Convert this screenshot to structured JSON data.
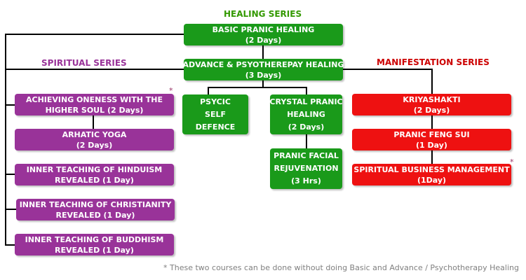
{
  "headers": {
    "healing": "HEALING SERIES",
    "spiritual": "SPIRITUAL SERIES",
    "manifestation": "MANIFESTATION SERIES"
  },
  "healing_series": {
    "basic": {
      "line1": "BASIC PRANIC HEALING",
      "line2": "(2 Days)"
    },
    "advance": {
      "line1": "ADVANCE & PSYOTHEREPAY HEALING",
      "line2": "(3 Days)"
    },
    "psychic": {
      "line1": "PSYCIC",
      "line2": "SELF",
      "line3": "DEFENCE"
    },
    "crystal": {
      "line1": "CRYSTAL PRANIC",
      "line2": "HEALING",
      "line3": "(2 Days)"
    },
    "facial": {
      "line1": "PRANIC FACIAL",
      "line2": "REJUVENATION",
      "line3": "(3 Hrs)"
    }
  },
  "spiritual_series": [
    {
      "line1": "ACHIEVING ONENESS WITH THE",
      "line2": "HIGHER SOUL (2 Days)"
    },
    {
      "line1": "ARHATIC YOGA",
      "line2": "(2 Days)"
    },
    {
      "line1": "INNER TEACHING OF HINDUISM",
      "line2": "REVEALED (1 Day)"
    },
    {
      "line1": "INNER TEACHING OF CHRISTIANITY",
      "line2": "REVEALED (1 Day)"
    },
    {
      "line1": "INNER TEACHING OF BUDDHISM",
      "line2": "REVEALED (1 Day)"
    }
  ],
  "manifestation_series": [
    {
      "line1": "KRIYASHAKTI",
      "line2": "(2 Days)"
    },
    {
      "line1": "PRANIC FENG SUI",
      "line2": "(1 Day)"
    },
    {
      "line1": "SPIRITUAL BUSINESS MANAGEMENT",
      "line2": "(1Day)"
    }
  ],
  "asterisk": "*",
  "footnote": "* These two courses can be done without doing Basic and Advance / Psychotherapy Healing",
  "colors": {
    "healing": "#1a9a1a",
    "spiritual": "#993399",
    "manifestation": "#ee1111",
    "healing_header": "#339900",
    "spiritual_header": "#993399",
    "manifestation_header": "#cc0000",
    "connector": "#000000",
    "footnote": "#808080"
  }
}
